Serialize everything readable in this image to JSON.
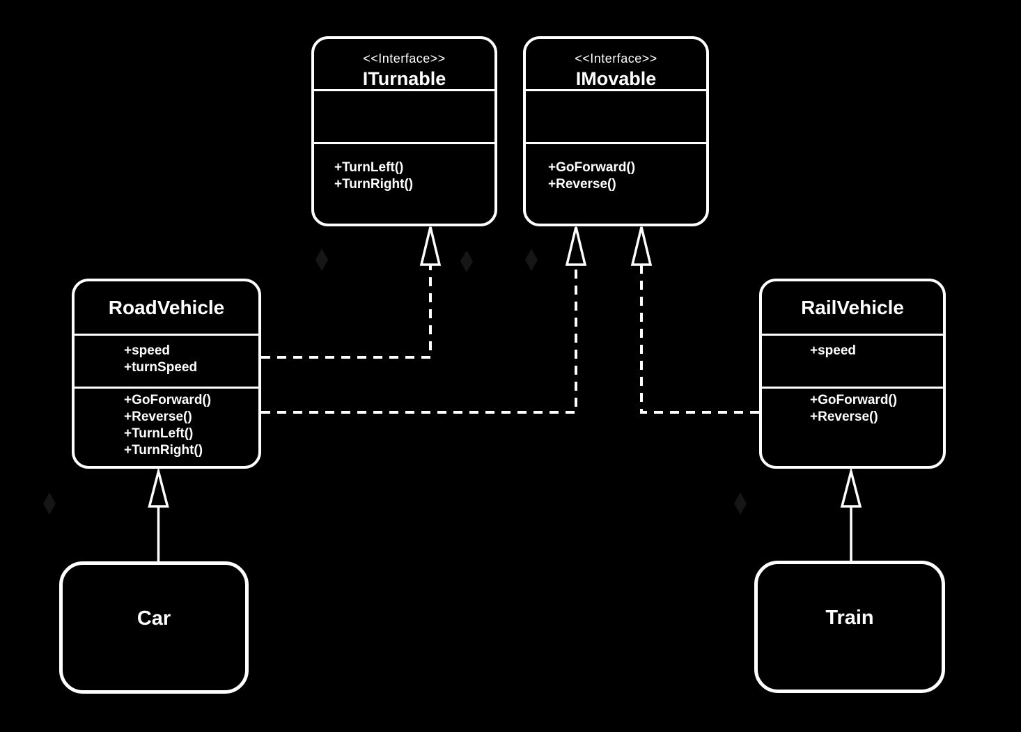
{
  "nodes": {
    "iturnable": {
      "stereotype": "<<Interface>>",
      "name": "ITurnable",
      "attributes": [],
      "methods": [
        "+TurnLeft()",
        "+TurnRight()"
      ]
    },
    "imovable": {
      "stereotype": "<<Interface>>",
      "name": "IMovable",
      "attributes": [],
      "methods": [
        "+GoForward()",
        "+Reverse()"
      ]
    },
    "roadvehicle": {
      "name": "RoadVehicle",
      "attributes": [
        "+speed",
        "+turnSpeed"
      ],
      "methods": [
        "+GoForward()",
        "+Reverse()",
        "+TurnLeft()",
        "+TurnRight()"
      ]
    },
    "railvehicle": {
      "name": "RailVehicle",
      "attributes": [
        "+speed"
      ],
      "methods": [
        "+GoForward()",
        "+Reverse()"
      ]
    },
    "car": {
      "name": "Car"
    },
    "train": {
      "name": "Train"
    }
  },
  "edges": [
    {
      "from": "RoadVehicle",
      "to": "ITurnable",
      "relation": "realization",
      "line": "dashed",
      "head": "hollow-triangle"
    },
    {
      "from": "RoadVehicle",
      "to": "IMovable",
      "relation": "realization",
      "line": "dashed",
      "head": "hollow-triangle"
    },
    {
      "from": "RailVehicle",
      "to": "IMovable",
      "relation": "realization",
      "line": "dashed",
      "head": "hollow-triangle"
    },
    {
      "from": "Car",
      "to": "RoadVehicle",
      "relation": "inheritance",
      "line": "solid",
      "head": "hollow-triangle"
    },
    {
      "from": "Train",
      "to": "RailVehicle",
      "relation": "inheritance",
      "line": "solid",
      "head": "hollow-triangle"
    }
  ],
  "colors": {
    "background": "#000000",
    "stroke": "#ffffff",
    "text": "#ffffff",
    "ghost": "#161616"
  }
}
